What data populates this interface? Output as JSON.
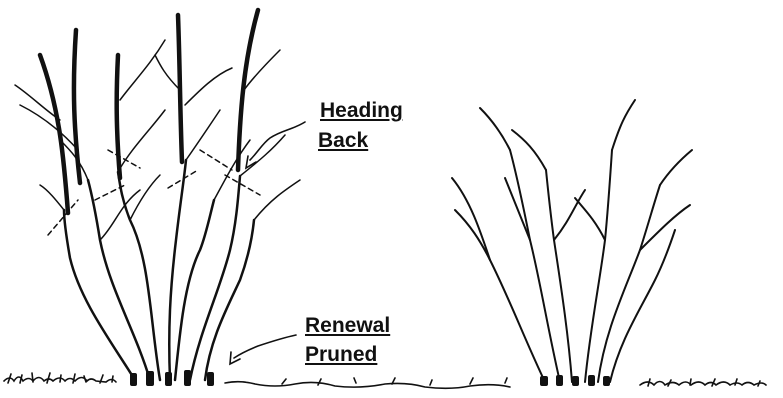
{
  "labels": {
    "heading_back": [
      "Heading",
      "Back"
    ],
    "renewal_pruned": [
      "Renewal",
      "Pruned"
    ]
  },
  "colors": {
    "ink": "#111111",
    "background": "#ffffff"
  }
}
